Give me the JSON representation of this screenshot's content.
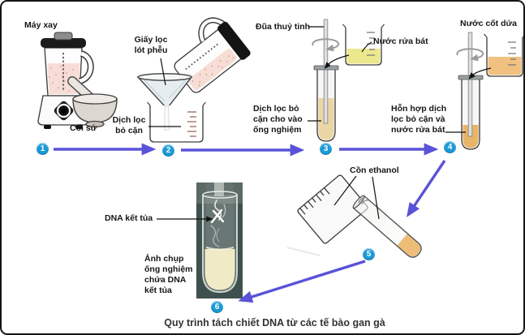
{
  "diagram": {
    "title_caption": "Quy trình tách chiết DNA từ các tế bào gan gà",
    "step_numbers": [
      "1",
      "2",
      "3",
      "4",
      "5",
      "6"
    ],
    "labels": {
      "may_xay": "Máy xay",
      "coi_su": "Cối sứ",
      "giay_loc_lot_pheu": "Giấy lọc\nlót phễu",
      "dich_loc_bo_can": "Dịch lọc\nbỏ cặn",
      "dua_thuy_tinh": "Đũa thuỷ tinh",
      "nuoc_rua_bat": "Nước rửa bát",
      "dich_loc_cho_vao_ong_nghiem": "Dịch lọc bỏ\ncặn cho vào\nống nghiệm",
      "nuoc_cot_dua": "Nước cốt dứa",
      "hon_hop": "Hỗn hợp dịch\nlọc bỏ cặn và\nnước rửa bát",
      "con_ethanol": "Cồn ethanol",
      "dna_ket_tua": "DNA kết tủa",
      "anh_chup": "Ảnh chụp\nống nghiệm\nchứa DNA\nkết tủa"
    },
    "colors": {
      "arrow": "#5a52d8",
      "step_badge": "#1b9ad6",
      "blender_contents": "#f6ded6",
      "dish_soap": "#ece88e",
      "pineapple_juice": "#f0c181",
      "filtrate": "#ead6a4",
      "mixture": "#e8b468",
      "ethanol_tube_liquid": "#edbd77",
      "photo_background": "#3f514e",
      "photo_liquid": "#f0ebc6"
    }
  }
}
